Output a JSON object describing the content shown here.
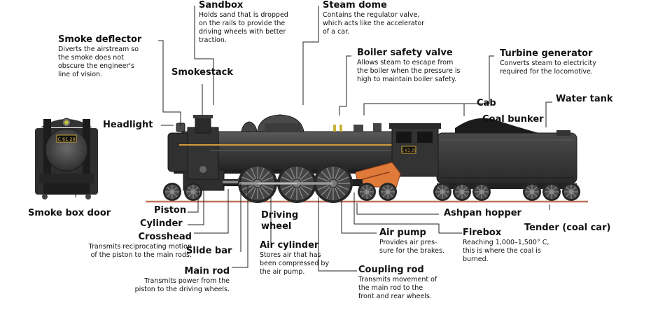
{
  "labels": {
    "sandbox": {
      "title": "Sandbox",
      "desc": [
        "Holds sand that is dropped",
        "on the rails to provide the",
        "driving wheels with better",
        "traction."
      ]
    },
    "steam_dome": {
      "title": "Steam dome",
      "desc": [
        "Contains the regulator valve,",
        "which acts like the accelerator",
        "of a car."
      ]
    },
    "smoke_deflector": {
      "title": "Smoke deflector",
      "desc": [
        "Diverts the airstream so",
        "the smoke does not",
        "obscure the engineer's",
        "line of vision."
      ]
    },
    "boiler_safety_valve": {
      "title": "Boiler safety valve",
      "desc": [
        "Allows steam to escape from",
        "the boiler when the pressure is",
        "high to maintain boiler safety."
      ]
    },
    "turbine_generator": {
      "title": "Turbine generator",
      "desc": [
        "Converts steam to electricity",
        "required for the locomotive."
      ]
    },
    "smokestack": {
      "title": "Smokestack"
    },
    "cab": {
      "title": "Cab"
    },
    "water_tank": {
      "title": "Water tank"
    },
    "coal_bunker": {
      "title": "Coal bunker"
    },
    "headlight": {
      "title": "Headlight"
    },
    "smoke_box_door": {
      "title": "Smoke box door"
    },
    "piston": {
      "title": "Piston"
    },
    "cylinder": {
      "title": "Cylinder"
    },
    "driving_wheel": {
      "title": [
        "Driving",
        "wheel"
      ]
    },
    "ashpan_hopper": {
      "title": "Ashpan hopper"
    },
    "crosshead": {
      "title": "Crosshead",
      "desc": [
        "Transmits reciprocating motion",
        "of the piston to the main rods."
      ]
    },
    "air_pump": {
      "title": "Air pump",
      "desc": [
        "Provides air pres-",
        "sure for the brakes."
      ]
    },
    "firebox": {
      "title": "Firebox",
      "desc": [
        "Reaching 1,000–1,500° C,",
        "this is where the coal is",
        "burned."
      ]
    },
    "tender": {
      "title": "Tender (coal car)"
    },
    "slide_bar": {
      "title": "Slide bar"
    },
    "air_cylinder": {
      "title": "Air cylinder",
      "desc": [
        "Stores air that has",
        "been compressed by",
        "the air pump."
      ]
    },
    "main_rod": {
      "title": "Main rod",
      "desc": [
        "Transmits power from the",
        "piston to the driving wheels."
      ]
    },
    "coupling_rod": {
      "title": "Coupling rod",
      "desc": [
        "Transmits movement of",
        "the main rod to the",
        "front and rear wheels."
      ]
    }
  },
  "number_plate": "C 61 20",
  "colors": {
    "body": "#3a3a3a",
    "dark": "#1e1e1e",
    "rail": "#c0735a",
    "orange": "#e07a3a",
    "stripe": "#d19a3a",
    "leader": "#222222"
  }
}
